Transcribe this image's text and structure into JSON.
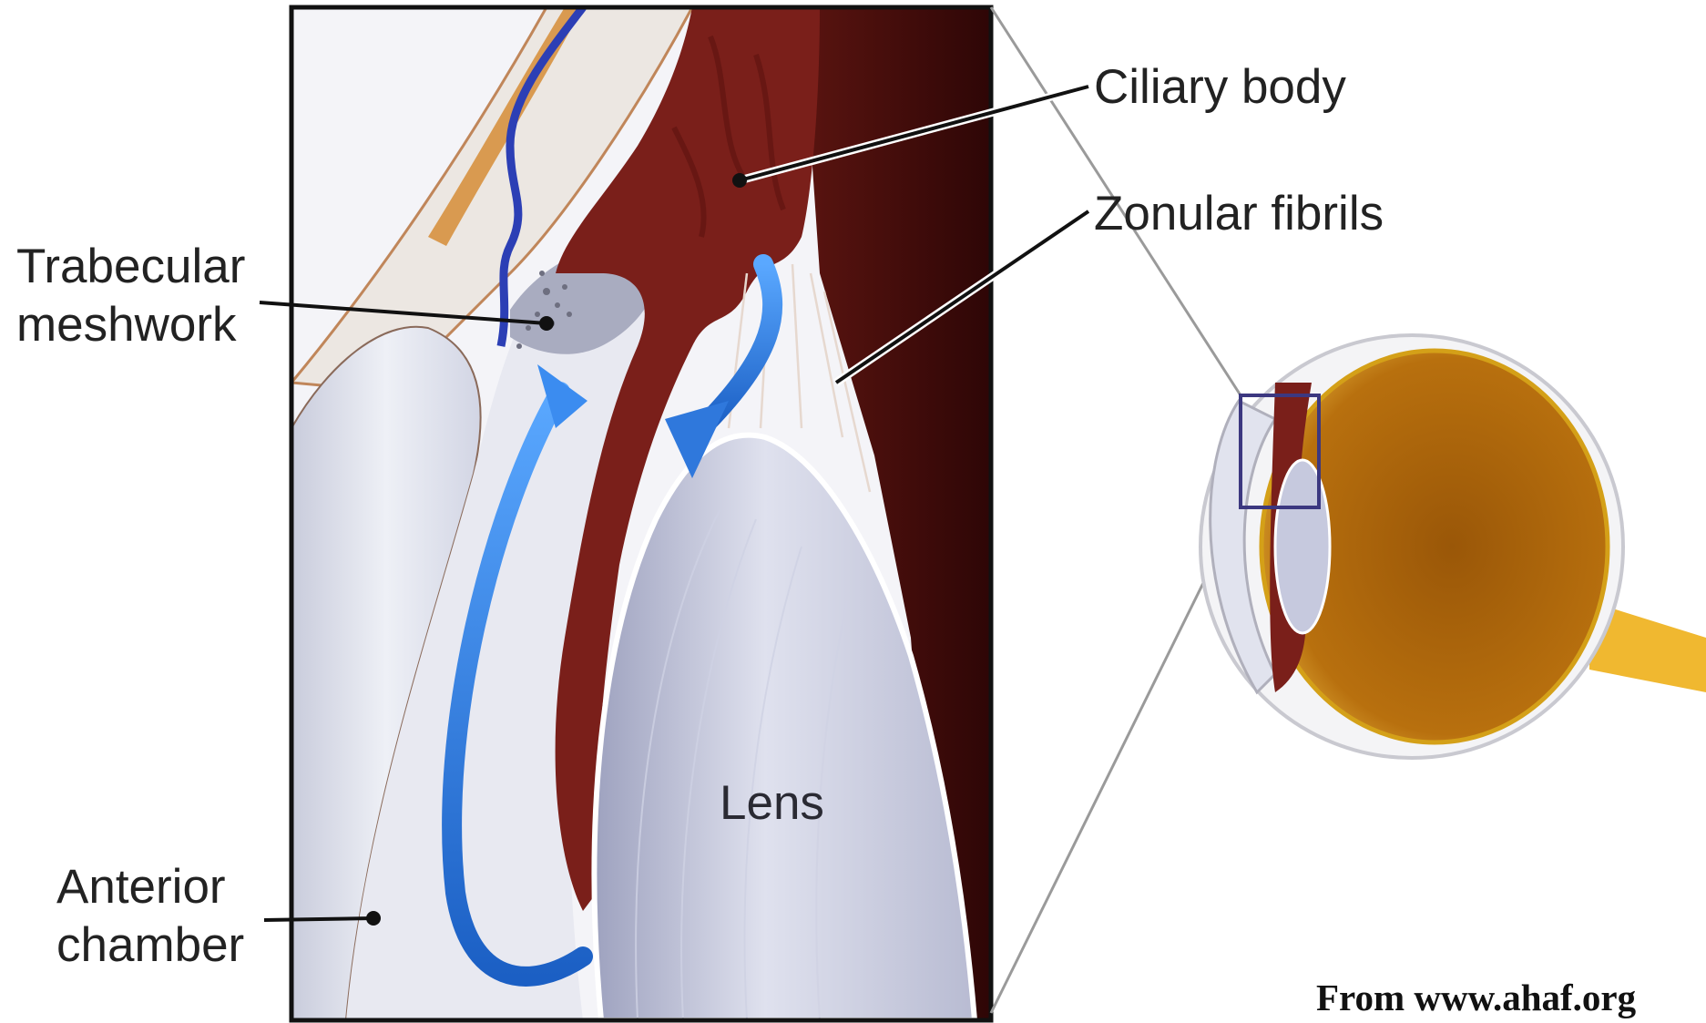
{
  "labels": {
    "trabecular_meshwork": [
      "Trabecular",
      "meshwork"
    ],
    "anterior_chamber": [
      "Anterior",
      "chamber"
    ],
    "ciliary_body": "Ciliary body",
    "zonular_fibrils": "Zonular fibrils",
    "lens": "Lens"
  },
  "credit": "From www.ahaf.org",
  "colors": {
    "ciliary_tissue": "#7a1f1a",
    "dark_background": "#3a0a0a",
    "aqueous_flow": "#2b7fe0",
    "lens": "#c8cbe0",
    "cornea": "#e4e6f0",
    "eye_interior": "#b86a10",
    "optic_nerve": "#f0b830",
    "vein": "#2c3fb5"
  },
  "icons": {
    "flow_arrows": "aqueous-flow-arrow-icon",
    "eyeball": "eyeball-icon"
  }
}
